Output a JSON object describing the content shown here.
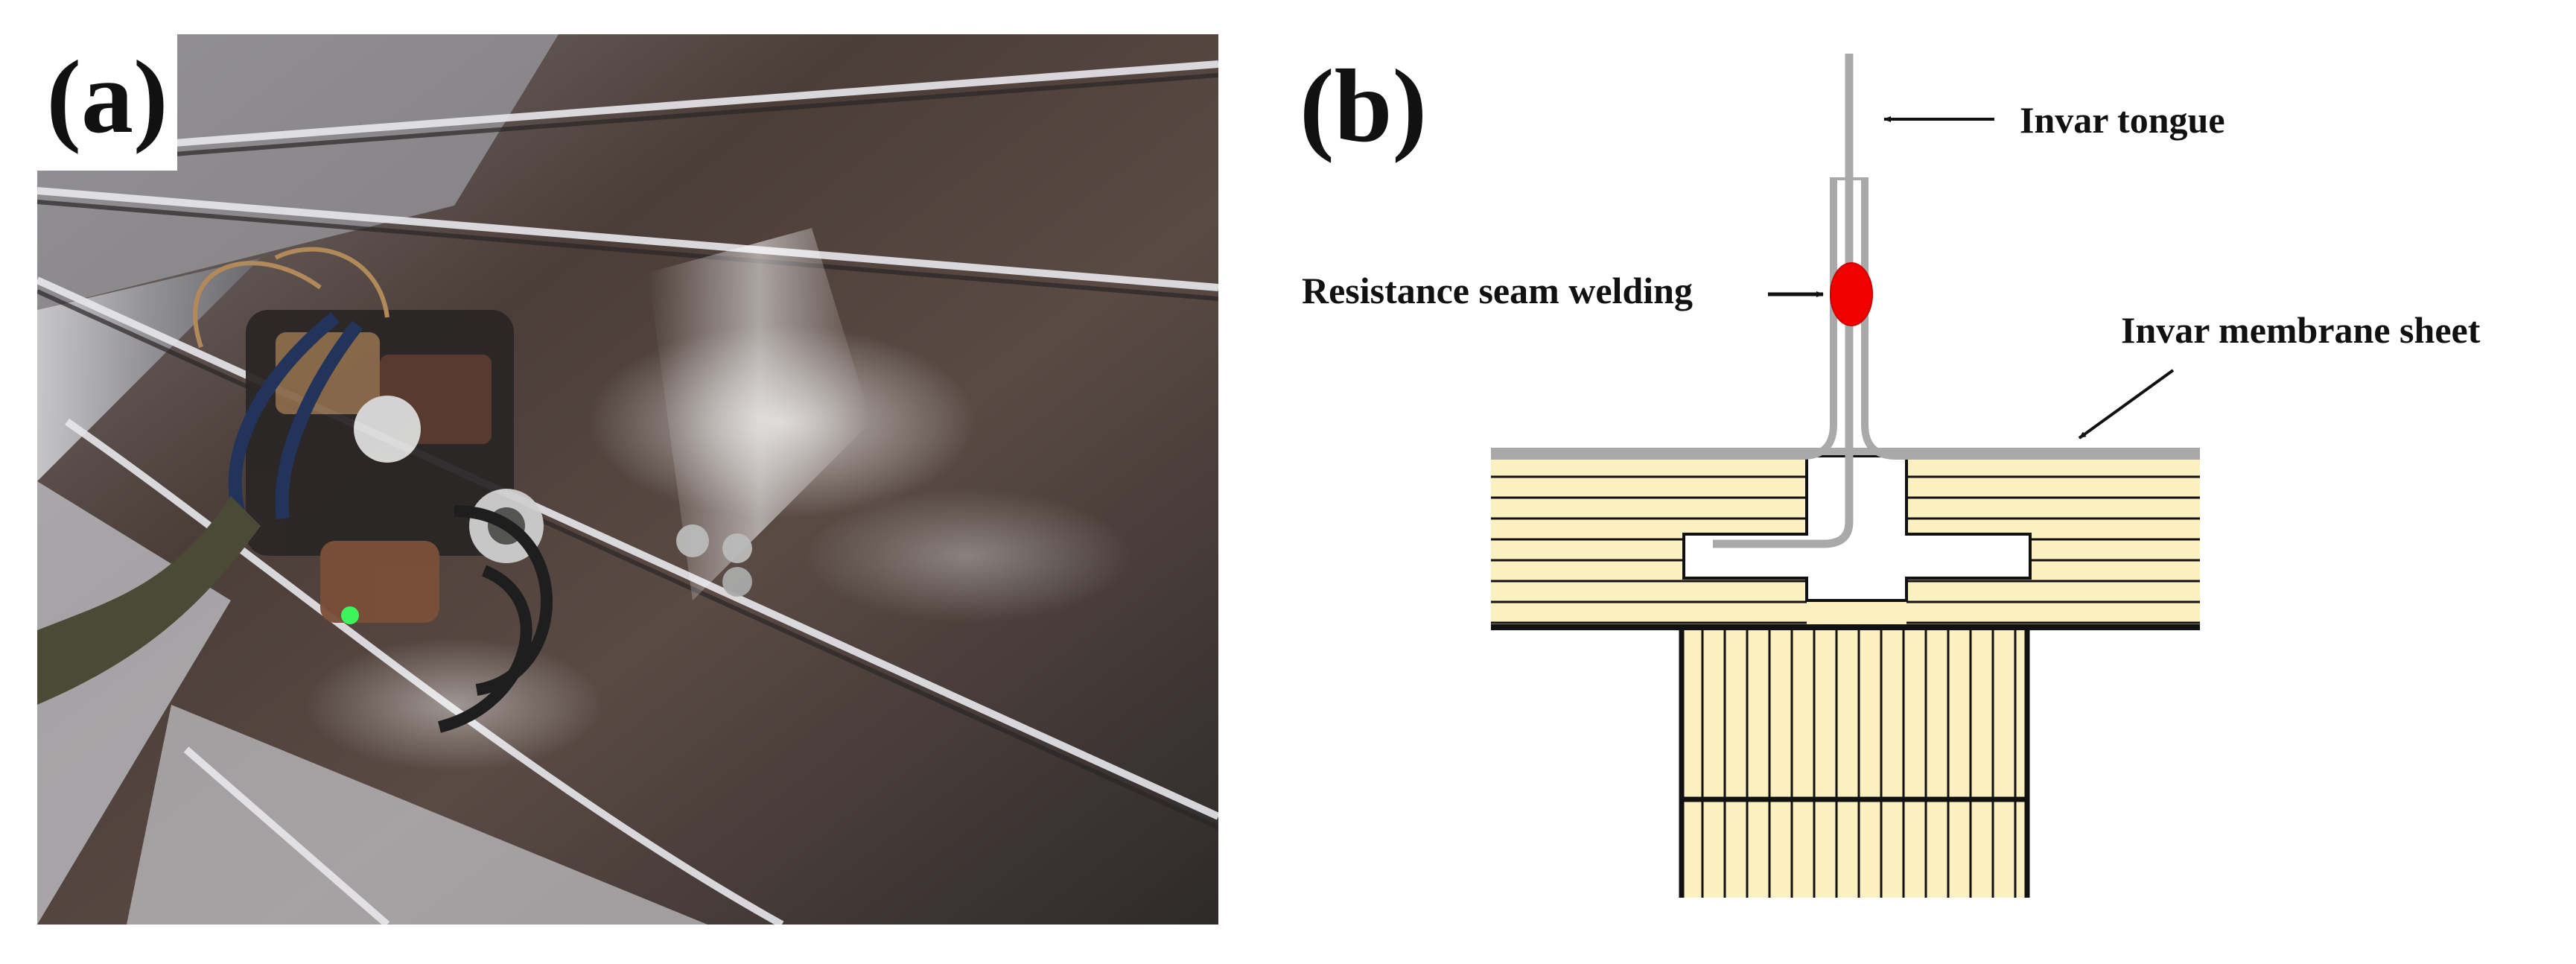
{
  "panels": {
    "a": {
      "label": "(a)"
    },
    "b": {
      "label": "(b)"
    }
  },
  "annotations": {
    "tongue": "Invar tongue",
    "weld": "Resistance seam welding",
    "sheet": "Invar membrane sheet"
  },
  "colors": {
    "wood": "#FBF0BF",
    "invar": "#A9A9A9",
    "weld": "#F20000",
    "outline": "#111111"
  }
}
